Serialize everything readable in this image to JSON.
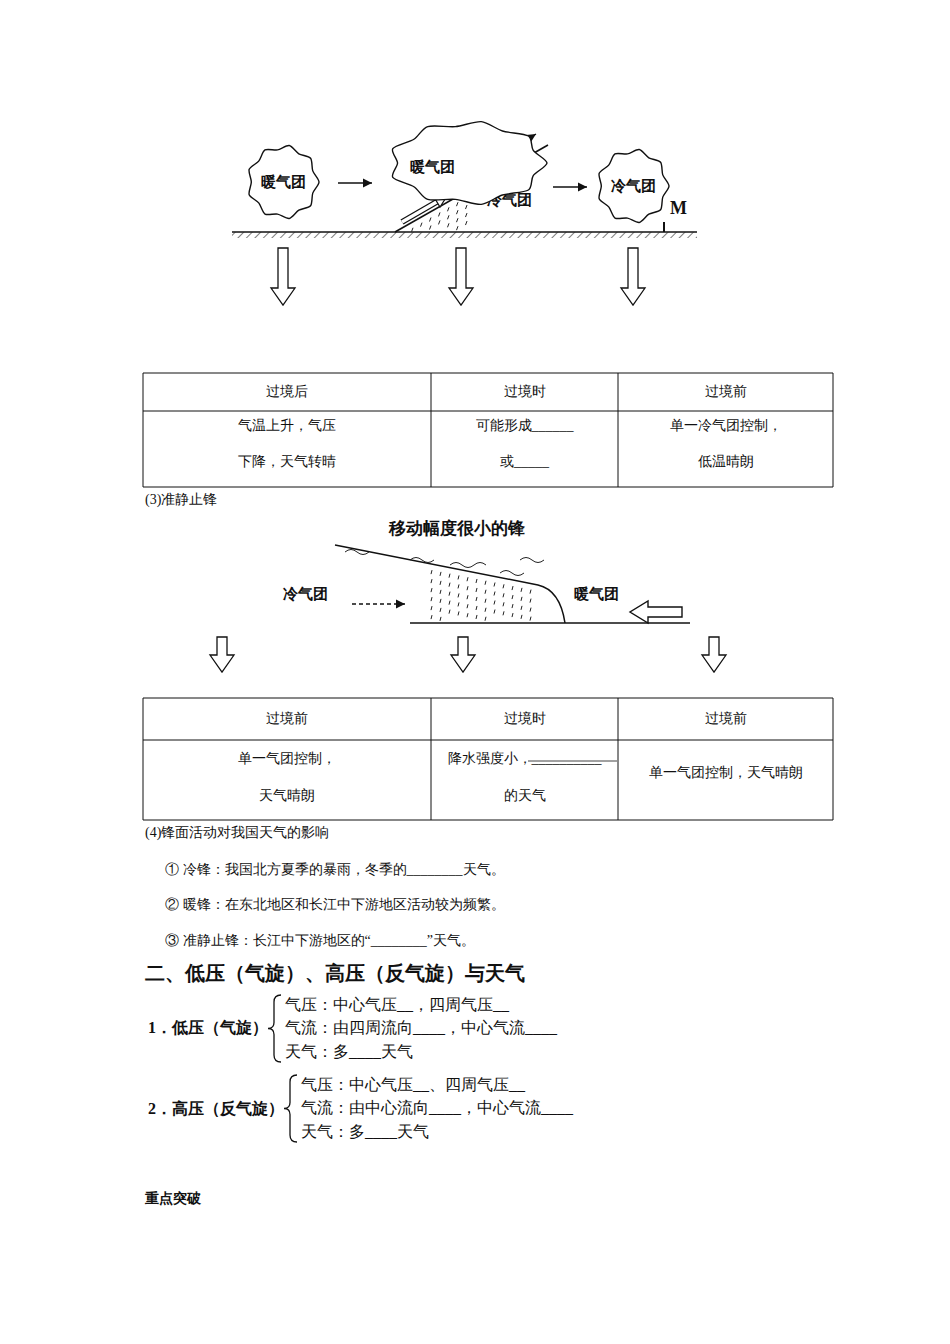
{
  "diagram": {
    "nodes": [
      {
        "text": [
          "暖气团"
        ]
      },
      {
        "text": [
          "暖气团"
        ]
      },
      {
        "text": [
          "冷气团"
        ]
      }
    ],
    "edges": [
      {
        "from": 0,
        "to": 1,
        "arrow": "to"
      },
      {
        "from": 1,
        "to": 2,
        "arrow": "to"
      }
    ],
    "labels": [
      "冷气团",
      "M",
      "过境后",
      "过境时",
      "过境前",
      "气温上升，气压 下降，天气转晴",
      "可能形成______ 或_____",
      "单一冷气团控制， 低温晴朗",
      "(3)准静止锋",
      "移动幅度很小的锋",
      "冷气团",
      "暖气团",
      "过境前",
      "过境时",
      "过境前",
      "单一气团控制， 天气晴朗",
      "降水强度小，__________ 的天气",
      "单一气团控制，天气晴朗",
      "(4)锋面活动对我国天气的影响",
      "① 冷锋：我国北方夏季的暴雨，冬季的________天气。",
      "② 暖锋：在东北地区和长江中下游地区活动较为频繁。",
      "③ 准静止锋：长江中下游地区的“________”天气。",
      "二、低压（气旋）、高压（反气旋）与天气",
      "1．低压（气旋）",
      "气压：中心气压__，四周气压__",
      "气流：由四周流向____，中心气流____",
      "天气：多____天气",
      "2．高压（反气旋）",
      "气压：中心气压__、四周气压__",
      "气流：由中心流向____，中心气流____",
      "天气：多____天气",
      "重点突破"
    ]
  }
}
